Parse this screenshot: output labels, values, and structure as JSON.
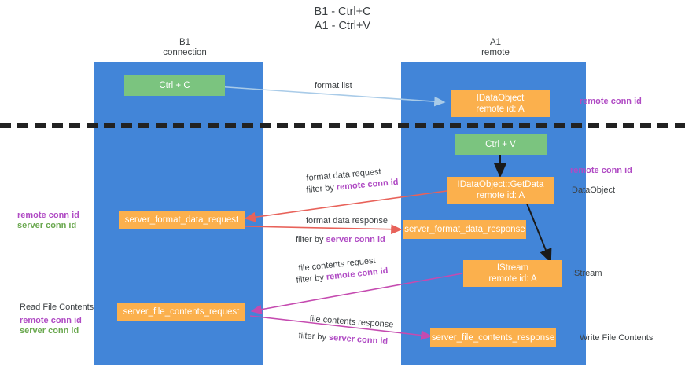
{
  "title": {
    "line1": "B1 - Ctrl+C",
    "line2": "A1 - Ctrl+V"
  },
  "columns": [
    {
      "name": "B1",
      "role": "connection"
    },
    {
      "name": "A1",
      "role": "remote"
    }
  ],
  "nodes": {
    "ctrl_c": {
      "label": "Ctrl + C"
    },
    "ctrl_v": {
      "label": "Ctrl + V"
    },
    "idataobject": {
      "line1": "IDataObject",
      "line2": "remote id: A"
    },
    "idataobject_getdata": {
      "line1": "IDataObject::GetData",
      "line2": "remote id: A"
    },
    "istream": {
      "line1": "IStream",
      "line2": "remote id: A"
    },
    "server_format_data_request": {
      "label": "server_format_data_request"
    },
    "server_format_data_response": {
      "label": "server_format_data_response"
    },
    "server_file_contents_request": {
      "label": "server_file_contents_request"
    },
    "server_file_contents_response": {
      "label": "server_file_contents_response"
    }
  },
  "edge_labels": {
    "format_list": "format list",
    "format_data_request": "format data request",
    "format_data_response": "format data response",
    "file_contents_request": "file contents request",
    "file_contents_response": "file contents response",
    "filter_by": "filter by",
    "remote_conn_id": "remote conn id",
    "server_conn_id": "server conn id"
  },
  "annotations": {
    "remote_conn_id_top": "remote conn id",
    "remote_conn_id_mid": "remote conn id",
    "dataobject": "DataObject",
    "istream": "IStream",
    "write_file_contents": "Write File Contents",
    "read_file_contents": "Read File Contents",
    "left_remote_conn_id_mid": "remote conn id",
    "left_server_conn_id_mid": "server conn id",
    "left_remote_conn_id_bottom": "remote conn id",
    "left_server_conn_id_bottom": "server conn id"
  },
  "colors": {
    "lane": "#4285d8",
    "green_node": "#7bc47f",
    "orange_node": "#fbb04d",
    "purple": "#b04bc4",
    "green_text": "#6aa84f",
    "arrow_blue": "#a9cbe8",
    "arrow_red": "#e8625a",
    "arrow_magenta": "#c54bb0",
    "arrow_black": "#1a1a1a",
    "divider": "#222222",
    "text": "#3c4043"
  }
}
